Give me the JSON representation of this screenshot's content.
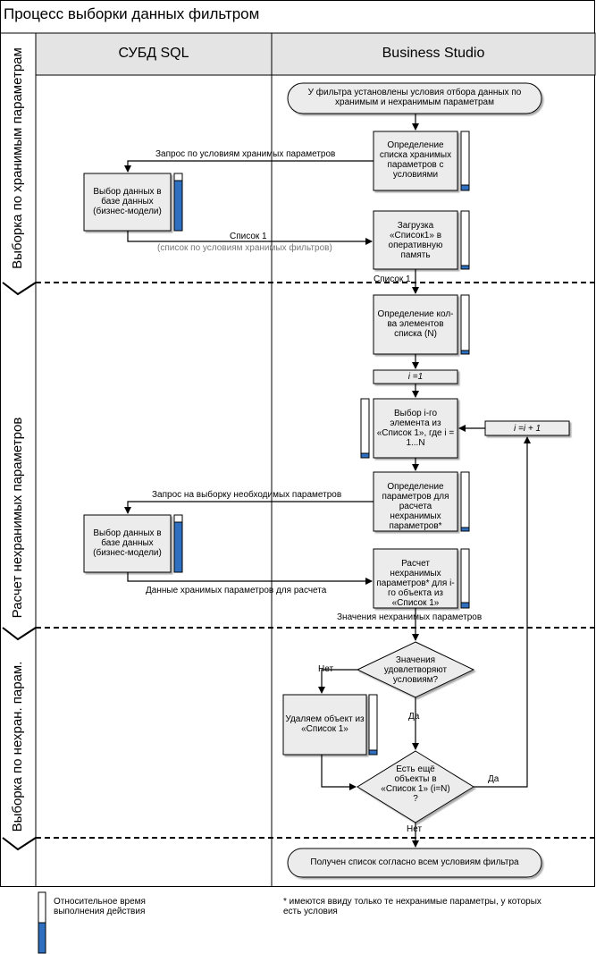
{
  "title": "Процесс выборки данных фильтром",
  "lanes": {
    "left": "СУБД SQL",
    "right": "Business Studio"
  },
  "phases": [
    "Выборка по хранимым параметрам",
    "Расчет нехранимых параметров",
    "Выборка по нехран. парам."
  ],
  "nodes": {
    "start": "У фильтра установлены условия отбора данных по хранимым и нехранимым параметрам",
    "define_list": "Определение списка хранимых параметров с условиями",
    "select_db1": "Выбор данных в базе данных (бизнес-модели)",
    "load": "Загрузка «Список1» в оперативную память",
    "count": "Определение кол-ва элементов списка (N)",
    "i_init": "i =1",
    "select_item": "Выбор i-го элемента из «Список 1», где i = 1...N",
    "i_inc": "i =i + 1",
    "define_params": "Определение параметров для расчета нехранимых параметров*",
    "select_db2": "Выбор данных в базе данных (бизнес-модели)",
    "calc": "Расчет нехранимых параметров* для i-го объекта из «Список 1»",
    "decision1": "Значения удовлетворяют условиям?",
    "delete": "Удаляем объект из «Список 1»",
    "decision2": "Есть ещё объекты в «Список 1» (i=N) ?",
    "end": "Получен список согласно всем условиям фильтра"
  },
  "edges": {
    "query_stored": "Запрос по условиям хранимых параметров",
    "list1": "Список 1",
    "list1_note": "(список по условиям хранимых фильтров)",
    "list1_b": "Список 1",
    "query_needed": "Запрос на выборку необходимых параметров",
    "stored_data": "Данные хранимых параметров для расчета",
    "values": "Значения нехранимых параметров",
    "no1": "Нет",
    "yes1": "Да",
    "yes2": "Да",
    "no2": "Нет"
  },
  "legend": {
    "text": "Относительное время выполнения действия",
    "note": "* имеются ввиду только те нехранимые параметры, у которых есть условия"
  },
  "colors": {
    "bar": "#2e6fc0",
    "header": "#e4e4e4",
    "box": "#ececec"
  }
}
